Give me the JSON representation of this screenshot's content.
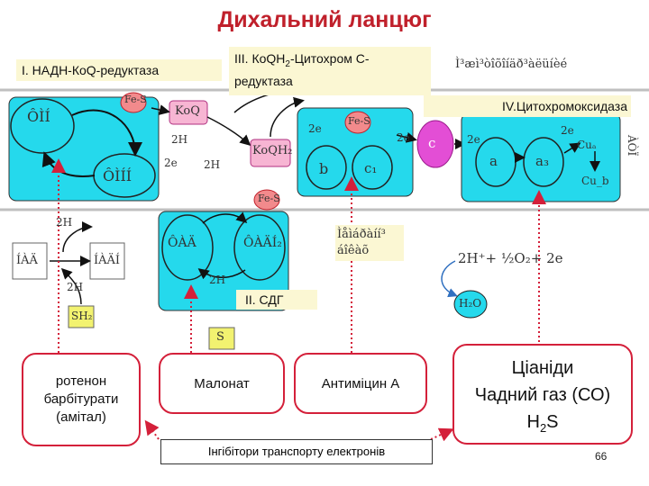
{
  "title": "Дихальний ланцюг",
  "complexes": {
    "c1": "I. НАДН-КоQ-редуктаза",
    "c3_part1": "III. КоQH",
    "c3_sub": "2",
    "c3_part2": "-Цитохром С-редуктаза",
    "c4": "IV.Цитохромоксидаза",
    "c2": "II. СДГ"
  },
  "inhibitors": {
    "rotenone": "ротенон барбітурати (амітал)",
    "malonate": "Малонат",
    "antimycin": "Антиміцин А",
    "cyanide_1": "Ціаніди",
    "cyanide_2": "Чадний газ (СО)",
    "cyanide_3_main": "H",
    "cyanide_3_sub": "2",
    "cyanide_3_tail": "S"
  },
  "caption": "Інгібітори транспорту електронів",
  "page_number": "66",
  "garbled": {
    "top_right": "Ì³æì³òîõîíäð³àëüíèé",
    "membrane_right": "Ìåìáðàíí³ áîêàõ",
    "right_vertical": "ÀÒÏ",
    "fmn": "ÔÌÍ",
    "fmnh": "ÔÌÍÍ",
    "fe_s": "Fe-S",
    "koq": "KoQ",
    "koqh": "KoQH₂",
    "cyt_b": "b",
    "cyt_c1": "c₁",
    "cyt_c": "c",
    "cyt_a": "a",
    "cyt_a3": "a₃",
    "cu_a": "Cuₐ",
    "cu_b": "Cu_b",
    "fad": "ÔÀÄ",
    "fadh": "ÔÀÄÍ₂",
    "nad": "ÍÀÄ",
    "nadh": "ÍÀÄÍ",
    "sh2": "SH₂",
    "s": "S",
    "h2o": "H₂O",
    "reaction": "2H⁺+ ½O₂+ 2e",
    "two_h": "2H",
    "two_e": "2e"
  },
  "colors": {
    "title": "#c0202b",
    "complex_fill": "#25d9ec",
    "inhibitor_border": "#d4203a",
    "fes_fill": "#f28a8c",
    "cytc_fill": "#e34ed5",
    "label_bg": "#fbf7d3",
    "membrane": "#bfbfbf"
  }
}
